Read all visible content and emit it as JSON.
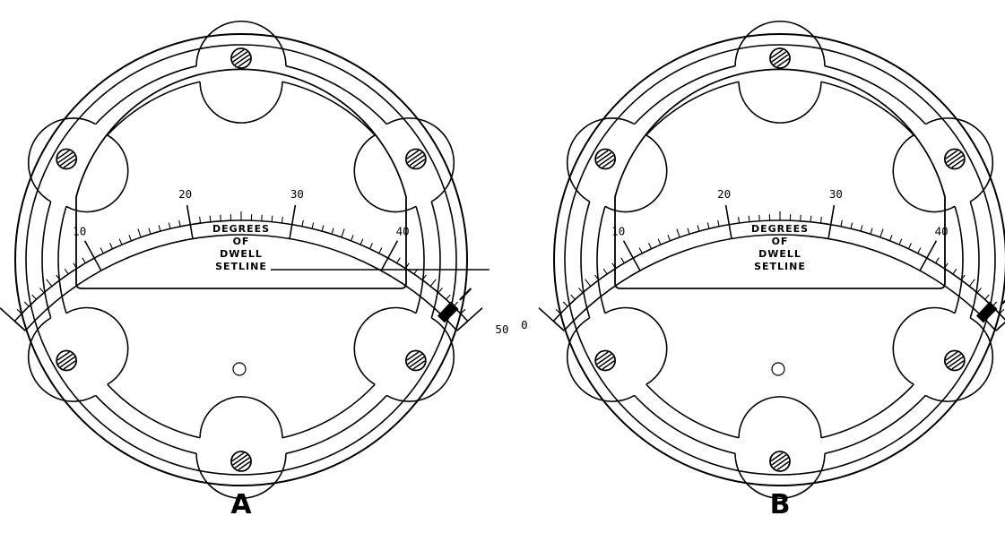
{
  "colors": {
    "ink": "#000000",
    "background": "#ffffff"
  },
  "scale": {
    "min": 0,
    "max": 50,
    "major_labels": [
      "0",
      "10",
      "20",
      "30",
      "40",
      "50"
    ],
    "minor_per_major": 10
  },
  "meters": [
    {
      "panel_label": "A",
      "dial_text": [
        "DEGREES",
        "OF",
        "DWELL",
        "SETLINE"
      ],
      "setline_callout": true,
      "setline_value": 48,
      "pointer_value": 48
    },
    {
      "panel_label": "B",
      "dial_text": [
        "DEGREES",
        "OF",
        "DWELL",
        "SETLINE"
      ],
      "setline_callout": false,
      "setline_value": 48,
      "pointer_value": 48.5
    }
  ]
}
